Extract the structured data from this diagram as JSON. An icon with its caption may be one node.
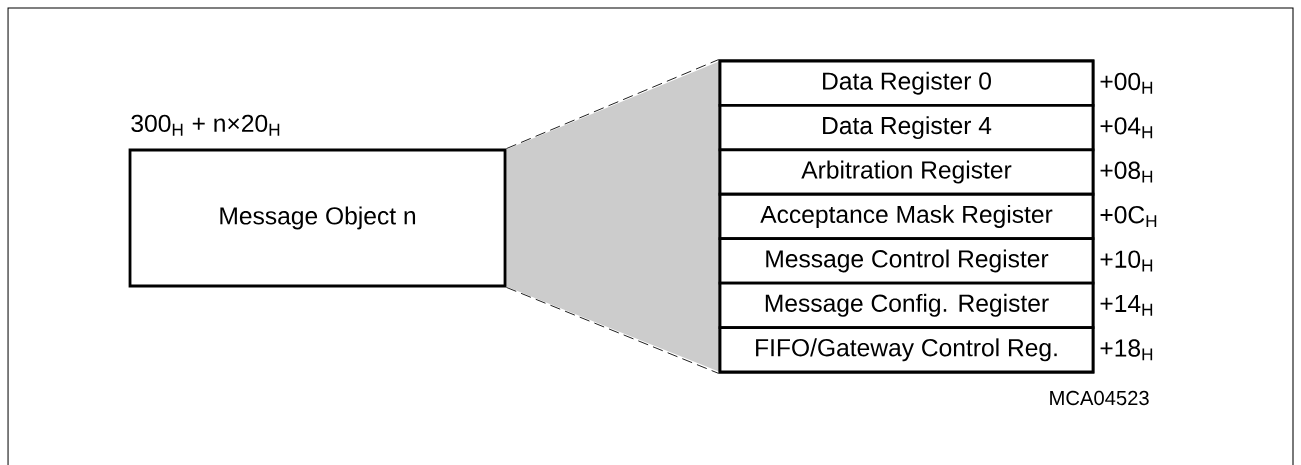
{
  "diagram": {
    "nodes": [
      {
        "text": [
          "Message Object n"
        ],
        "beside": [
          "300$_{H}$ + n×20$_{H}$"
        ]
      },
      {
        "text": [],
        "shape": "box"
      },
      {
        "text": [
          "Data Register 0"
        ],
        "in": 1,
        "beside": [
          "+00$_{H}$"
        ]
      },
      {
        "text": [
          "Data Register 4"
        ],
        "in": 1,
        "beside": [
          "+04$_{H}$"
        ]
      },
      {
        "text": [
          "Arbitration Register"
        ],
        "in": 1,
        "beside": [
          "+08$_{H}$"
        ]
      },
      {
        "text": [
          "Acceptance Mask Register"
        ],
        "in": 1,
        "beside": [
          "+0C$_{H}$"
        ]
      },
      {
        "text": [
          "Message Control Register"
        ],
        "in": 1,
        "beside": [
          "+10$_{H}$"
        ]
      },
      {
        "text": [
          "Message Config. Register"
        ],
        "in": 1,
        "beside": [
          "+14$_{H}$"
        ]
      },
      {
        "text": [
          "FIFO/Gateway Control Reg."
        ],
        "in": 1,
        "beside": [
          "+18$_{H}$"
        ]
      }
    ],
    "edges": [
      {
        "from": 0,
        "to": 1,
        "arrow": "none",
        "style": "dashed"
      },
      {
        "from": 0,
        "to": 1,
        "arrow": "none",
        "style": "dashed"
      }
    ],
    "labels": [
      "MCA04523"
    ]
  }
}
